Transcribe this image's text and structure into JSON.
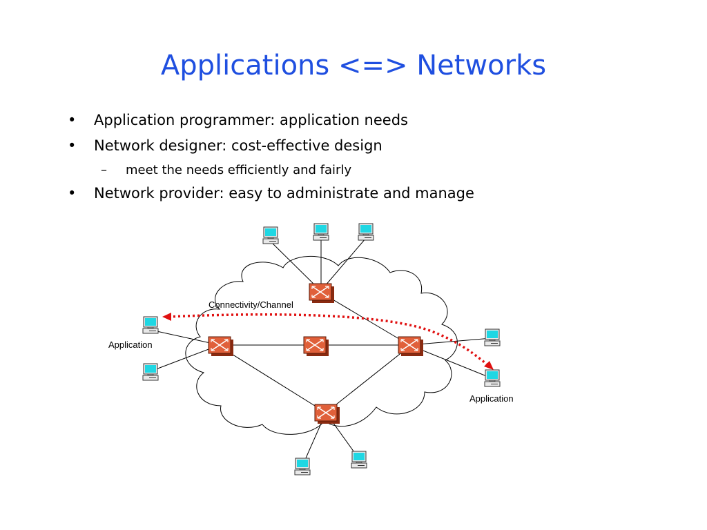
{
  "slide": {
    "title": "Applications <=> Networks",
    "bullets": [
      "Application programmer: application needs",
      "Network designer: cost-effective design",
      "meet the needs efficiently and fairly",
      "Network provider: easy to administrate and manage"
    ],
    "bullet_marker": "•",
    "sub_marker": "–"
  },
  "diagram": {
    "labels": {
      "channel": "Connectivity/Channel",
      "app_left": "Application",
      "app_right": "Application"
    },
    "colors": {
      "title": "#1f4fe0",
      "router": "#e0603a",
      "path": "#e01010",
      "screen": "#1fd7e3"
    },
    "icons": {
      "host": "computer-icon",
      "switch": "router-icon"
    }
  }
}
